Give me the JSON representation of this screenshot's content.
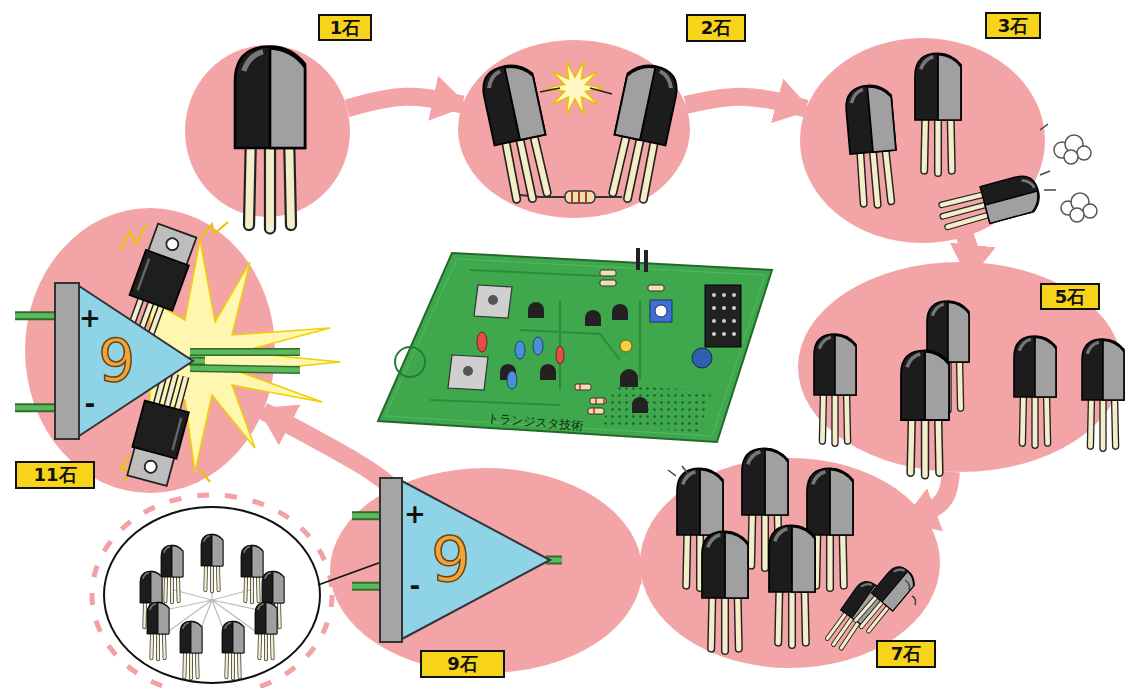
{
  "diagram": {
    "nodes": [
      {
        "text": [
          "1石"
        ]
      },
      {
        "text": [
          "2石"
        ]
      },
      {
        "text": [
          "3石"
        ]
      },
      {
        "text": [
          "5石"
        ]
      },
      {
        "text": [
          "7石"
        ]
      },
      {
        "text": [
          "9石"
        ]
      },
      {
        "text": [
          "9"
        ],
        "in": 5
      },
      {
        "text": [
          "11石"
        ]
      },
      {
        "text": [
          "9"
        ],
        "in": 7
      }
    ],
    "edges": [
      {
        "from": 0,
        "to": 1,
        "arrow": "to"
      },
      {
        "from": 1,
        "to": 2,
        "arrow": "to"
      },
      {
        "from": 2,
        "to": 3,
        "arrow": "to"
      },
      {
        "from": 3,
        "to": 4,
        "arrow": "to"
      },
      {
        "from": 4,
        "to": 5,
        "arrow": "to"
      },
      {
        "from": 5,
        "to": 7,
        "arrow": "to"
      }
    ],
    "labels": [
      "+",
      "-",
      "+",
      "-",
      "トランジスタ技術"
    ]
  }
}
